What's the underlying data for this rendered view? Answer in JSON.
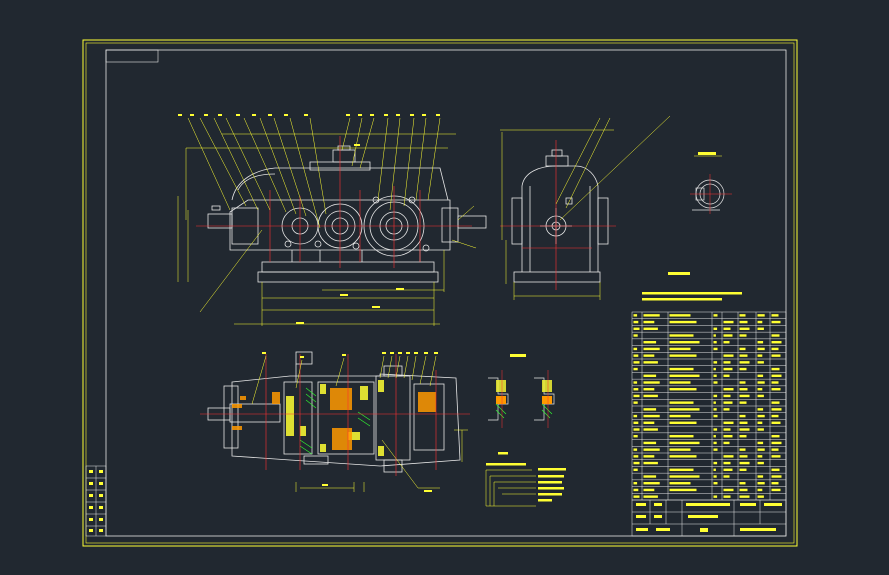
{
  "drawing": {
    "title_block_text": "",
    "notes_heading": "",
    "callout_numbers": [
      "1",
      "2",
      "3",
      "4",
      "5",
      "6",
      "7",
      "8",
      "9",
      "10",
      "11",
      "12",
      "13",
      "14",
      "15",
      "16",
      "17",
      "18",
      "19",
      "20",
      "21",
      "22",
      "23",
      "24",
      "25",
      "26",
      "27",
      "28",
      "29",
      "30",
      "31",
      "32",
      "33",
      "34"
    ]
  },
  "colors": {
    "background": "#212830",
    "frame": "#ffff33",
    "outline": "#e6e6e6",
    "centerline": "#ff3030",
    "hatch": "#30ff30",
    "fill_yellow": "#ffff33",
    "fill_orange": "#ff9900"
  }
}
